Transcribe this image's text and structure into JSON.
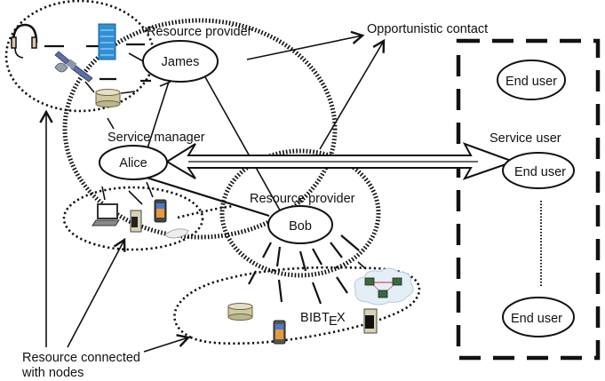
{
  "diagram": {
    "labels": {
      "resource_provider_top": "Resource provider",
      "resource_provider_mid": "Resource provider",
      "opportunistic_contact": "Opportunistic contact",
      "service_manager": "Service manager",
      "service_user": "Service user",
      "resource_connected_line1": "Resource connected",
      "resource_connected_line2": "with nodes"
    },
    "nodes": {
      "james": "James",
      "alice": "Alice",
      "bob": "Bob",
      "end_user_1": "End user",
      "end_user_2": "End user",
      "end_user_3": "End user"
    },
    "bibtex": {
      "b": "B",
      "ib": "IB",
      "t": "T",
      "e": "E",
      "x": "X"
    },
    "devices": [
      "headset-icon",
      "server-icon",
      "satellite-icon",
      "database-icon",
      "laptop-icon",
      "pc-tower-icon",
      "smartphone-icon",
      "mouse-icon",
      "network-cloud-icon"
    ],
    "colors": {
      "stroke": "#111111",
      "server_blue": "#2e8fd6",
      "db_tan": "#cfc9a0",
      "cloud": "#e4eef6",
      "link_red": "#d0506a"
    }
  }
}
